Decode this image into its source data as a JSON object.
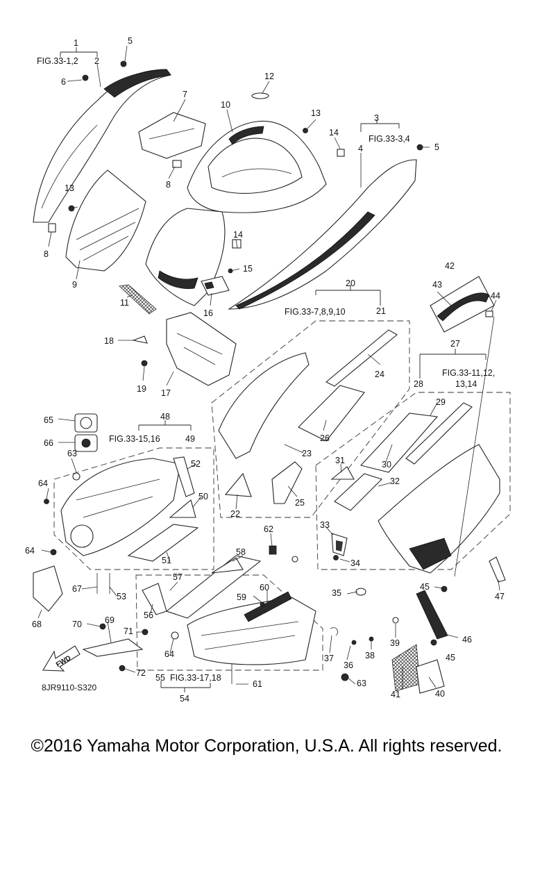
{
  "diagram": {
    "callouts": [
      "1",
      "2",
      "3",
      "4",
      "5",
      "6",
      "7",
      "8",
      "9",
      "10",
      "11",
      "12",
      "13",
      "14",
      "15",
      "16",
      "17",
      "18",
      "19",
      "20",
      "21",
      "22",
      "23",
      "24",
      "25",
      "26",
      "27",
      "28",
      "29",
      "30",
      "31",
      "32",
      "33",
      "34",
      "35",
      "36",
      "37",
      "38",
      "39",
      "40",
      "41",
      "42",
      "43",
      "44",
      "45",
      "46",
      "47",
      "48",
      "49",
      "50",
      "51",
      "52",
      "53",
      "54",
      "55",
      "56",
      "57",
      "58",
      "59",
      "60",
      "61",
      "62",
      "63",
      "64",
      "65",
      "66",
      "67",
      "68",
      "69",
      "70",
      "71",
      "72"
    ],
    "figure_refs": {
      "fig_1": "FIG.33-1,2",
      "fig_3": "FIG.33-3,4",
      "fig_20": "FIG.33-7,8,9,10",
      "fig_27_line1": "FIG.33-11,12,",
      "fig_27_line2": "13,14",
      "fig_48": "FIG.33-15,16",
      "fig_54": "FIG.33-17,18"
    },
    "fwd_label": "FWD",
    "diagram_code": "8JR9110-S320"
  },
  "footer": {
    "copyright": "©2016 Yamaha Motor Corporation, U.S.A. All rights reserved."
  }
}
